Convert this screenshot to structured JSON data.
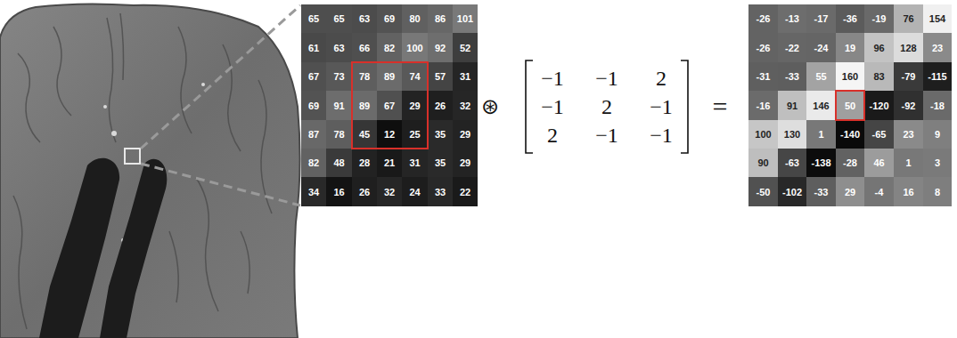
{
  "diagram": {
    "labels": [
      "65",
      "65",
      "63",
      "69",
      "80",
      "86",
      "101",
      "61",
      "63",
      "66",
      "82",
      "100",
      "92",
      "52",
      "67",
      "73",
      "78",
      "89",
      "74",
      "57",
      "31",
      "69",
      "91",
      "89",
      "67",
      "29",
      "26",
      "32",
      "87",
      "78",
      "45",
      "12",
      "25",
      "35",
      "29",
      "82",
      "48",
      "28",
      "21",
      "31",
      "35",
      "29",
      "34",
      "16",
      "26",
      "32",
      "24",
      "33",
      "22",
      "⊛",
      "−1",
      "−1",
      "2",
      "−1",
      "2",
      "−1",
      "2",
      "−1",
      "−1",
      "=",
      "-26",
      "-13",
      "-17",
      "-36",
      "-19",
      "76",
      "154",
      "-26",
      "-22",
      "-24",
      "19",
      "96",
      "128",
      "23",
      "-31",
      "-33",
      "55",
      "160",
      "83",
      "-79",
      "-115",
      "-16",
      "91",
      "146",
      "50",
      "-120",
      "-92",
      "-18",
      "100",
      "130",
      "1",
      "-140",
      "-65",
      "23",
      "9",
      "90",
      "-63",
      "-138",
      "-28",
      "46",
      "1",
      "3",
      "-50",
      "-102",
      "-33",
      "29",
      "-4",
      "16",
      "8"
    ]
  }
}
